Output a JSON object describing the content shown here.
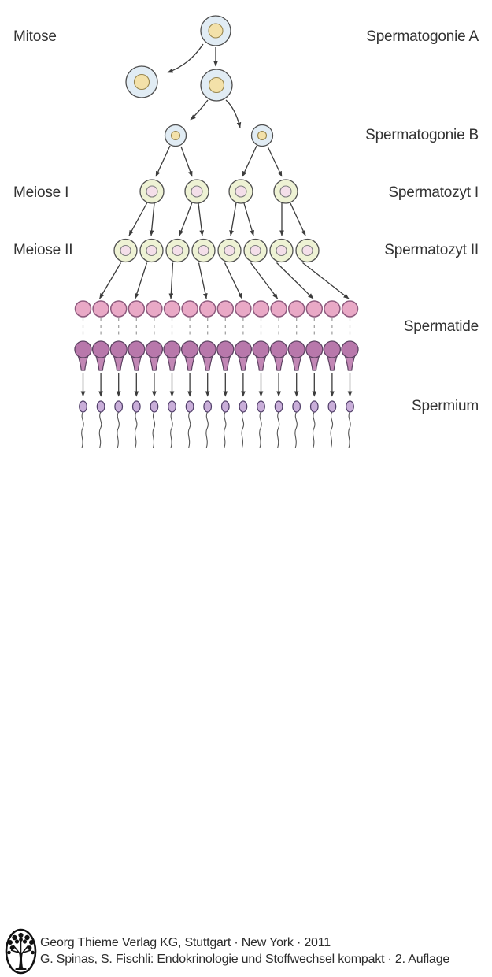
{
  "colors": {
    "cell_blue": "#e1ecf4",
    "cell_green": "#eef2d4",
    "cell_stroke": "#4f4f4f",
    "nucleus_yellow": "#f3e1a9",
    "nucleus_yellow_stroke": "#97854e",
    "nucleus_pink": "#f4dfe9",
    "nucleus_pink_stroke": "#7d7d7d",
    "spermatid_fill": "#e9a9c6",
    "spermatid_stroke": "#8d5a7d",
    "teardrop_head": "#b878ab",
    "teardrop_funnel": "#c287b5",
    "teardrop_stroke": "#5c4161",
    "sperm_head": "#c9aed9",
    "sperm_stroke": "#52406a",
    "tail": "#555555",
    "arrow": "#3c3c3c",
    "dash": "#9b9b9b",
    "divider": "#cfcfcf",
    "text": "#333333"
  },
  "left_labels": [
    {
      "text": "Mitose"
    },
    {
      "text": "Meiose I"
    },
    {
      "text": "Meiose II"
    }
  ],
  "right_labels": [
    {
      "text": "Spermatogonie A"
    },
    {
      "text": "Spermatogonie B"
    },
    {
      "text": "Spermatozyt I"
    },
    {
      "text": "Spermatozyt II"
    },
    {
      "text": "Spermatide"
    },
    {
      "text": "Spermium"
    }
  ],
  "diagram": {
    "type": "cell-lineage-tree",
    "stages": [
      {
        "name": "Spermatogonie A",
        "phase": "Mitose",
        "count": 3
      },
      {
        "name": "Spermatogonie B",
        "count": 2
      },
      {
        "name": "Spermatozyt I",
        "phase": "Meiose I",
        "count": 4
      },
      {
        "name": "Spermatozyt II",
        "phase": "Meiose II",
        "count": 8
      },
      {
        "name": "Spermatide",
        "count": 16,
        "rows": 2
      },
      {
        "name": "Spermium",
        "count": 16
      }
    ]
  },
  "footer": {
    "line1": "Georg Thieme Verlag KG, Stuttgart · New York · 2011",
    "line2": "G. Spinas, S. Fischli: Endokrinologie und Stoffwechsel kompakt · 2. Auflage",
    "logo": "thieme-tree-logo"
  }
}
